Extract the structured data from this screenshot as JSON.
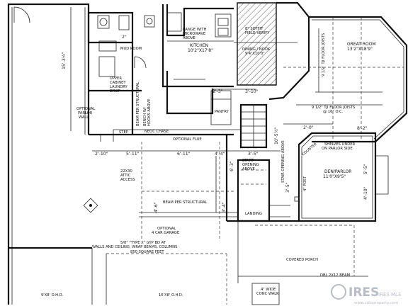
{
  "rooms": {
    "range": "RANGE WITH\nMICROWAVE\nABOVE",
    "kitchen": "KITCHEN\n10'2\"X17'8\"",
    "mud_room": "MUD ROOM",
    "upper_cabinet": "UPPER\nCABINET\nLAUNDRY\nDROP",
    "soffit": "8\" SOFFIT\nFIELD VERIFY",
    "dining": "DINING / NOOK\n9'4\"X10'0\"",
    "great_room": "GREAT ROOM\n13'2\"X18'9\"",
    "floor_joists_upper": "9 1/2\" TJI FLOOR JOISTS",
    "floor_joists_lower": "9 1/2\" TJI FLOOR JOISTS\n@ 16\" O.C.",
    "pantry": "PANTRY",
    "step": "STEP",
    "neoc_chase": "NEOC CHASE",
    "optional_flue": "OPTIONAL FLUE",
    "attic_access": "22X30\nATTIC\nACCESS",
    "beam_per_structural": "BEAM PER STRUCTURAL",
    "landing": "LANDING",
    "start_opening": "START\nOPENING\nABOVE",
    "stair_opening": "STAIR OPENING ABOVE",
    "counter": "COUNTER",
    "shelves": "SHELVES UNDER\nON PARLOR SIDE",
    "den": "DEN/PARLOR\n11'0\"X9'5\"",
    "post": "4\" POST",
    "optional_car_garage": "OPTIONAL\n4 CAR GARAGE",
    "type_x": "5/8\" \"TYPE X\" GYP BD AT\nWALLS AND CEILING, WRAP BEAMS, COLUMNS",
    "square_feet": "850 SQUARE FEET",
    "covered_porch": "COVERED PORCH",
    "dbl_beam": "DBL 2X12 BEAM",
    "conc_walk": "4\" WIDE\nCONC WALK",
    "ohd_left": "9'X8' O.H.D.",
    "ohd_right": "16'X8' O.H.D.",
    "optional_parlor": "OPTIONAL\nPARLOR\nWALL",
    "beam_per_struct_v": "BEAM PER STRUCTURAL",
    "bench": "BENCH W/\nHOOKS ABOVE"
  },
  "dims": {
    "d_15_3_half": "15'-3½\"",
    "d_2_10": "2'-10\"",
    "d_5_11": "5'-11\"",
    "d_6_11": "6'-11\"",
    "d_4_4": "4'-4\"",
    "d_3_5": "3'-5\"",
    "d_10_5_half": "10'-5½\"",
    "d_8_2": "8'-2\"",
    "d_2_0": "2'-0\"",
    "d_6_3": "6'-3\"",
    "d_4_6": "4'-6\"",
    "d_3_4": "3'-4\"",
    "d_3_5_b": "3'-5\"",
    "d_2_3": "2'-3\"",
    "d_3_10": "3'-10\"",
    "d_5_5": "5'-5\"",
    "d_2": "2\"",
    "d_4_10": "4'-10\""
  },
  "watermark": {
    "brand": "IRES",
    "tagline": "IRES MLS",
    "site": "www.coloproperty.com"
  }
}
